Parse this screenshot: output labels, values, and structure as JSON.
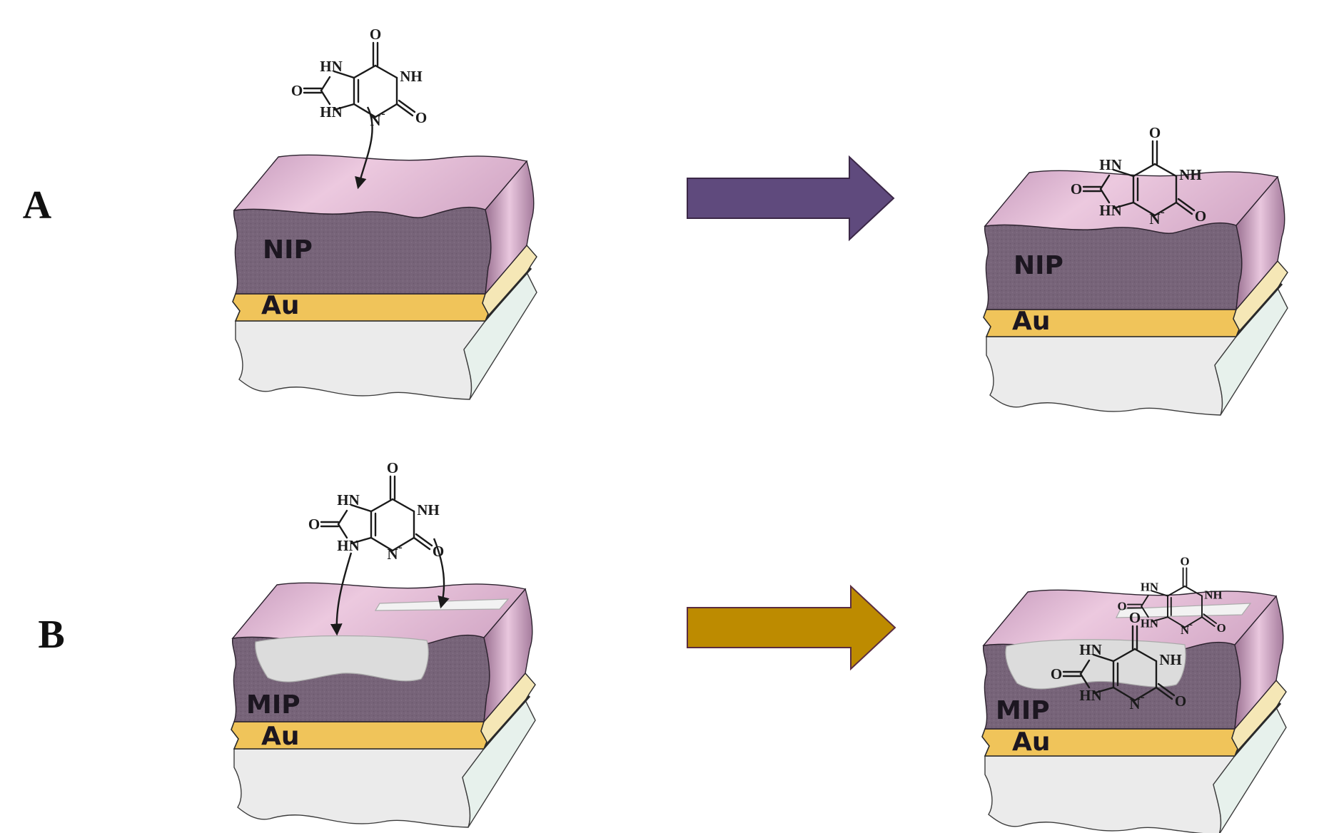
{
  "rows": [
    {
      "label": "A",
      "arrow_color": "#5f4a7d",
      "left_panel": {
        "polymer_label": "NIP",
        "metal_label": "Au"
      },
      "right_panel": {
        "polymer_label": "NIP",
        "metal_label": "Au"
      }
    },
    {
      "label": "B",
      "arrow_color": "#bd8b00",
      "left_panel": {
        "polymer_label": "MIP",
        "metal_label": "Au"
      },
      "right_panel": {
        "polymer_label": "MIP",
        "metal_label": "Au"
      }
    }
  ],
  "molecule": {
    "atoms": {
      "o_top": "O",
      "nh_left_top": "HN",
      "nh_right": "NH",
      "o_left": "O",
      "nh_left_bottom": "HN",
      "n_minus": "N",
      "o_right": "O",
      "charge": "-"
    }
  },
  "colors": {
    "polymer_top": "#e7c1d9",
    "polymer_face": "#766378",
    "polymer_side": "#b88cae",
    "gold": "#f0c45a",
    "gold_side": "#f5e7b6",
    "substrate": "#ebebeb",
    "cavity": "#dcdcdc"
  }
}
